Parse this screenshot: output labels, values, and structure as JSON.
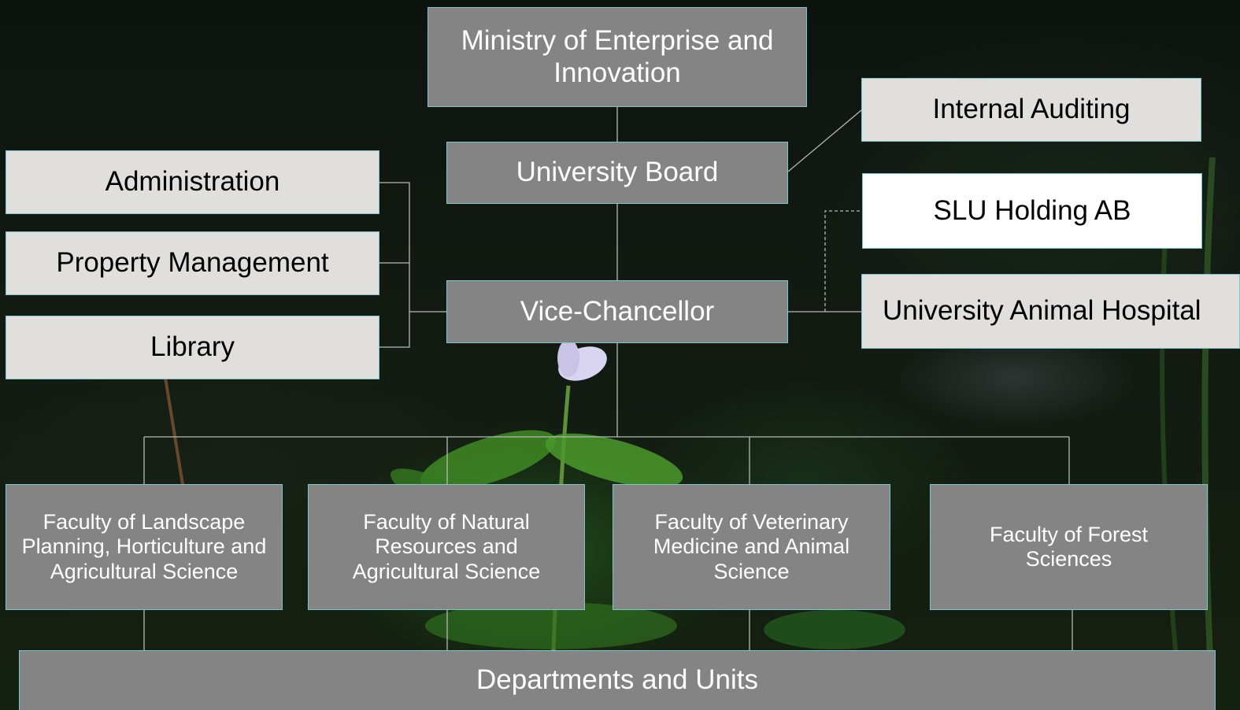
{
  "colors": {
    "primary_box": "#848484",
    "secondary_box": "#e1dfdb",
    "subsidiary_box": "#ffffff",
    "connector": "#b8b8b8",
    "box_border": "#7cc5cf"
  },
  "nodes": {
    "ministry": "Ministry of Enterprise and Innovation",
    "board": "University Board",
    "internal_auditing": "Internal Auditing",
    "holding": "SLU Holding AB",
    "vice_chancellor": "Vice-Chancellor",
    "animal_hospital": "University Animal Hospital",
    "administration": "Administration",
    "property": "Property Management",
    "library": "Library",
    "faculties": [
      "Faculty of Landscape Planning, Horticulture and Agricultural Science",
      "Faculty of Natural Resources and Agricultural Science",
      "Faculty of Veterinary Medicine and Animal Science",
      "Faculty of Forest Sciences"
    ],
    "departments": "Departments and Units"
  }
}
